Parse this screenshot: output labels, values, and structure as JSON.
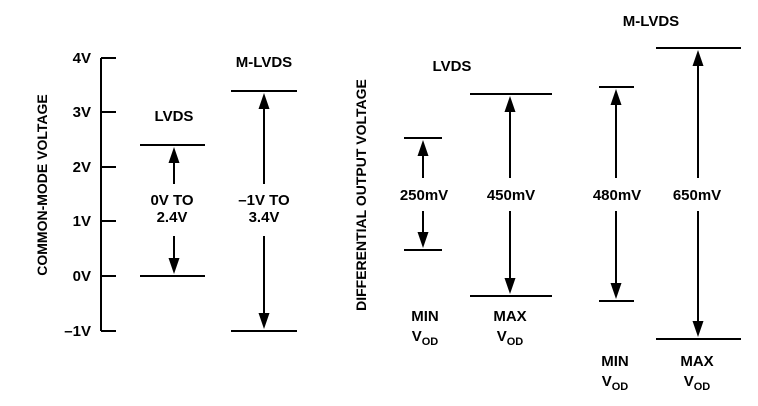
{
  "left_chart": {
    "axis_label": "COMMON-MODE VOLTAGE",
    "ticks": [
      "4V",
      "3V",
      "2V",
      "1V",
      "0V",
      "–1V"
    ],
    "lvds": {
      "title": "LVDS",
      "range_line1": "0V TO",
      "range_line2": "2.4V"
    },
    "mlvds": {
      "title": "M-LVDS",
      "range_line1": "–1V TO",
      "range_line2": "3.4V"
    }
  },
  "right_chart": {
    "axis_label": "DIFFERENTIAL OUTPUT VOLTAGE",
    "lvds": {
      "title": "LVDS",
      "min": {
        "value": "250mV",
        "label_line1": "MIN",
        "label_v": "V",
        "label_sub": "OD"
      },
      "max": {
        "value": "450mV",
        "label_line1": "MAX",
        "label_v": "V",
        "label_sub": "OD"
      }
    },
    "mlvds": {
      "title": "M-LVDS",
      "min": {
        "value": "480mV",
        "label_line1": "MIN",
        "label_v": "V",
        "label_sub": "OD"
      },
      "max": {
        "value": "650mV",
        "label_line1": "MAX",
        "label_v": "V",
        "label_sub": "OD"
      }
    }
  }
}
